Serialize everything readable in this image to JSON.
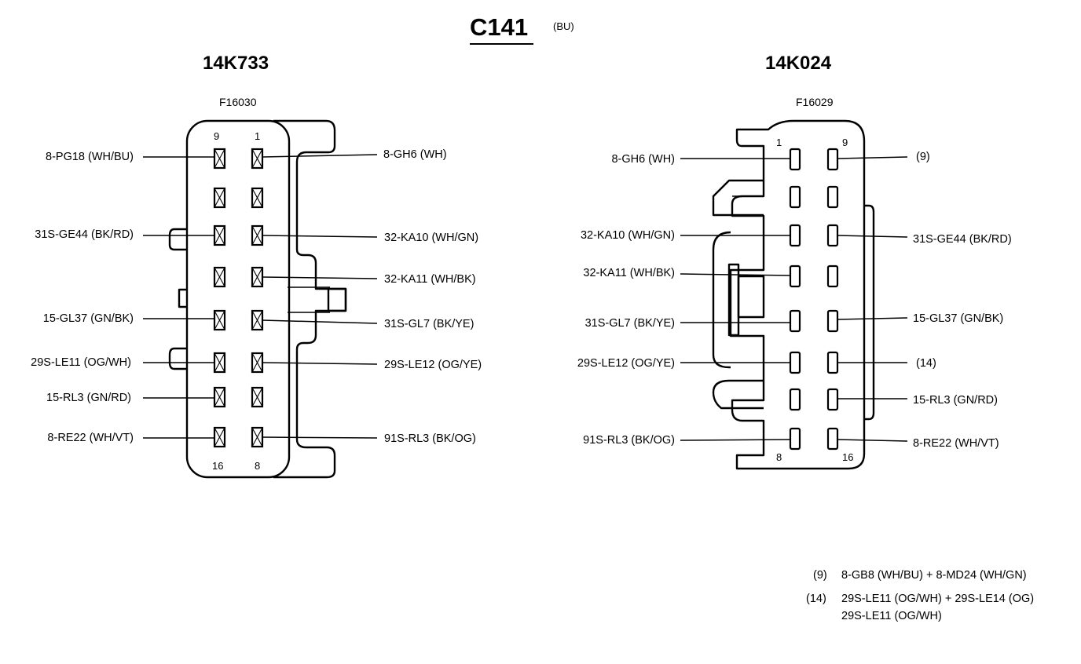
{
  "title": "C141",
  "subtitle": "(BU)",
  "left": {
    "name": "14K733",
    "part_number": "F16030",
    "top_pins": [
      "9",
      "1"
    ],
    "bottom_pins": [
      "16",
      "8"
    ],
    "labels_left": [
      "8-PG18 (WH/BU)",
      "31S-GE44 (BK/RD)",
      "15-GL37 (GN/BK)",
      "29S-LE11 (OG/WH)",
      "15-RL3 (GN/RD)",
      "8-RE22 (WH/VT)"
    ],
    "labels_right": [
      "8-GH6 (WH)",
      "32-KA10 (WH/GN)",
      "32-KA11 (WH/BK)",
      "31S-GL7 (BK/YE)",
      "29S-LE12 (OG/YE)",
      "91S-RL3 (BK/OG)"
    ]
  },
  "right": {
    "name": "14K024",
    "part_number": "F16029",
    "top_pins": [
      "1",
      "9"
    ],
    "bottom_pins": [
      "8",
      "16"
    ],
    "labels_left": [
      "8-GH6 (WH)",
      "32-KA10 (WH/GN)",
      "32-KA11 (WH/BK)",
      "31S-GL7 (BK/YE)",
      "29S-LE12 (OG/YE)",
      "91S-RL3 (BK/OG)"
    ],
    "labels_right": [
      "(9)",
      "31S-GE44 (BK/RD)",
      "15-GL37 (GN/BK)",
      "(14)",
      "15-RL3 (GN/RD)",
      "8-RE22 (WH/VT)"
    ]
  },
  "notes": [
    {
      "ref": "(9)",
      "lines": [
        "8-GB8 (WH/BU) + 8-MD24 (WH/GN)"
      ]
    },
    {
      "ref": "(14)",
      "lines": [
        "29S-LE11 (OG/WH) + 29S-LE14 (OG)",
        "29S-LE11 (OG/WH)"
      ]
    }
  ]
}
